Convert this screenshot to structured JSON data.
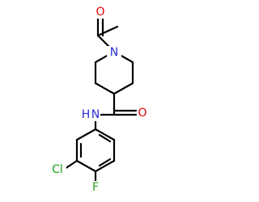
{
  "atom_labels": {
    "n_ring": "N",
    "o_acetyl": "O",
    "o_amide": "O",
    "n_amide": "N",
    "h_amide": "H",
    "cl": "Cl",
    "f": "F"
  },
  "colors": {
    "nitrogen": "#2b2bd6",
    "oxygen": "#e00000",
    "chlorine": "#1aa11a",
    "fluorine": "#2aa32a",
    "bond": "#000000"
  }
}
